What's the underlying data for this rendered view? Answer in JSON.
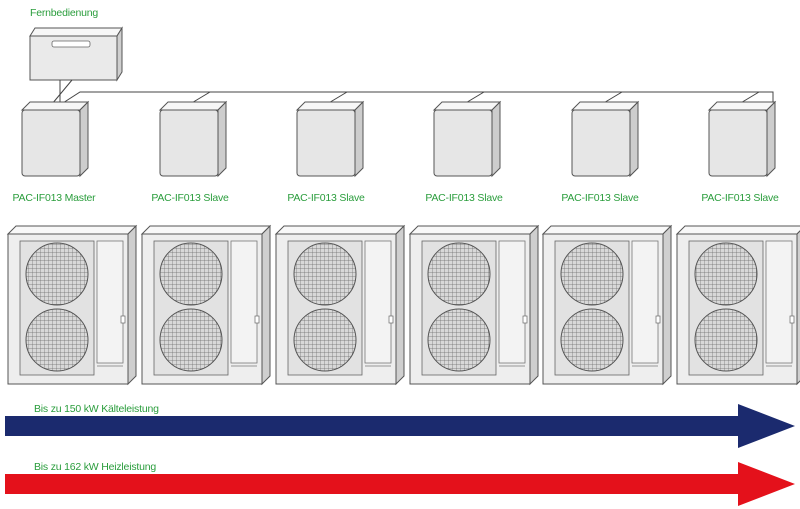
{
  "remote": {
    "label": "Fernbedienung"
  },
  "controllers": [
    {
      "label": "PAC-IF013 Master"
    },
    {
      "label": "PAC-IF013 Slave"
    },
    {
      "label": "PAC-IF013 Slave"
    },
    {
      "label": "PAC-IF013 Slave"
    },
    {
      "label": "PAC-IF013 Slave"
    },
    {
      "label": "PAC-IF013 Slave"
    }
  ],
  "outdoor_unit_count": 6,
  "capacities": {
    "cooling": {
      "label": "Bis zu 150 kW Kälteleistung",
      "color": "#1b2a6e"
    },
    "heating": {
      "label": "Bis zu 162 kW Heizleistung",
      "color": "#e4111b"
    }
  },
  "colors": {
    "label_text": "#2a9d3c",
    "unit_fill": "#ececec",
    "outline": "#555555"
  }
}
